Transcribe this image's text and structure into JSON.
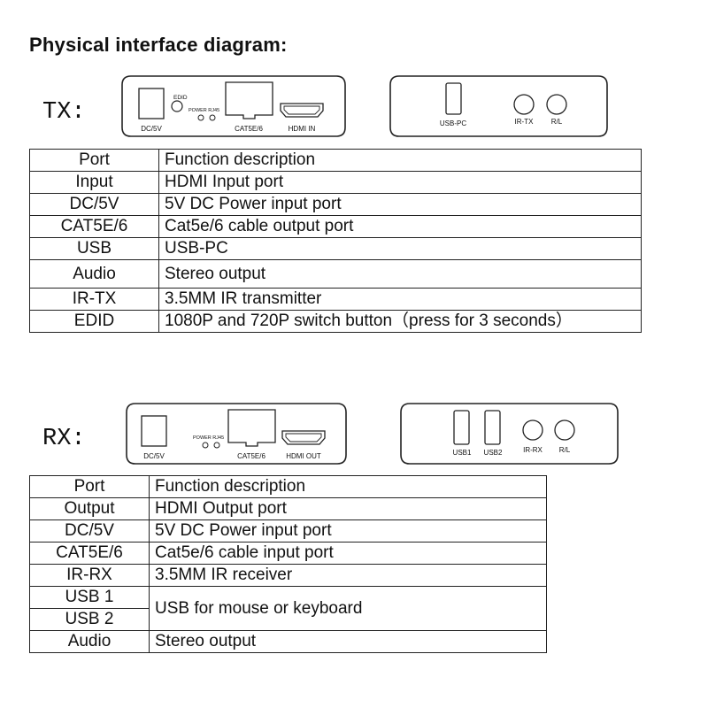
{
  "title": "Physical interface diagram:",
  "tx": {
    "label": "TX:",
    "front_panel": {
      "dc_label": "DC/5V",
      "edid_label": "EDID",
      "power_rj45_label": "POWER RJ45",
      "cat_label": "CAT5E/6",
      "hdmi_label": "HDMI IN"
    },
    "back_panel": {
      "usb_label": "USB-PC",
      "irtx_label": "IR-TX",
      "rl_label": "R/L"
    },
    "table": {
      "header": [
        "Port",
        "Function description"
      ],
      "rows": [
        {
          "port": "Input",
          "desc": "HDMI Input port"
        },
        {
          "port": "DC/5V",
          "desc": "5V DC Power input port"
        },
        {
          "port": "CAT5E/6",
          "desc": "Cat5e/6 cable output port"
        },
        {
          "port": "USB",
          "desc": "USB-PC"
        },
        {
          "port": "Audio",
          "desc": "Stereo output"
        },
        {
          "port": "IR-TX",
          "desc": "3.5MM IR transmitter"
        },
        {
          "port": "EDID",
          "desc": "1080P and 720P switch button（press for 3 seconds）"
        }
      ]
    }
  },
  "rx": {
    "label": "RX:",
    "front_panel": {
      "dc_label": "DC/5V",
      "power_rj45_label": "POWER RJ45",
      "cat_label": "CAT5E/6",
      "hdmi_label": "HDMI OUT"
    },
    "back_panel": {
      "usb1_label": "USB1",
      "usb2_label": "USB2",
      "irrx_label": "IR-RX",
      "rl_label": "R/L"
    },
    "table": {
      "header": [
        "Port",
        "Function description"
      ],
      "rows": [
        {
          "port": "Output",
          "desc": "HDMI Output port"
        },
        {
          "port": "DC/5V",
          "desc": "5V DC Power input port"
        },
        {
          "port": "CAT5E/6",
          "desc": "Cat5e/6 cable input port"
        },
        {
          "port": "IR-RX",
          "desc": "3.5MM IR receiver"
        },
        {
          "port": "USB 1",
          "desc": "USB for mouse or keyboard"
        },
        {
          "port": "USB 2"
        },
        {
          "port": "Audio",
          "desc": "Stereo output"
        }
      ]
    }
  }
}
